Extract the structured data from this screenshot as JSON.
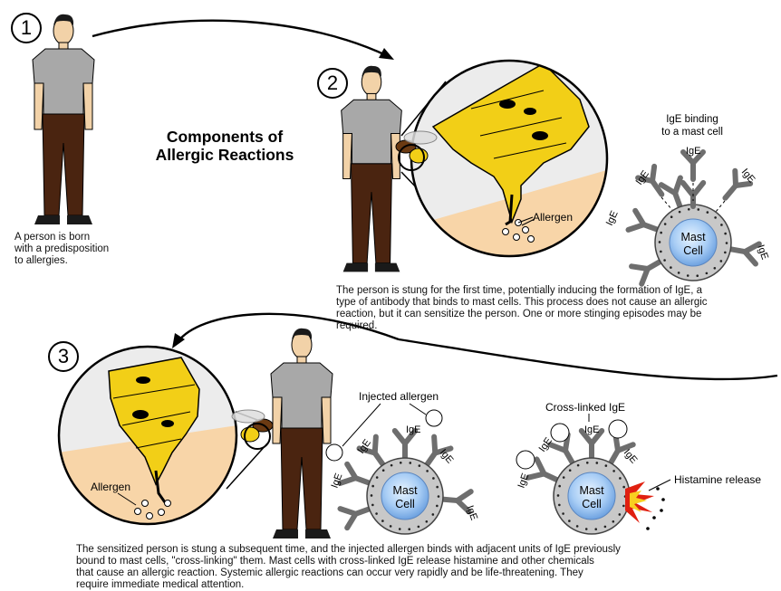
{
  "title_line1": "Components of",
  "title_line2": "Allergic Reactions",
  "steps": {
    "one": "1",
    "two": "2",
    "three": "3"
  },
  "step1_caption": [
    "A person is born",
    "with a predisposition",
    "to allergies."
  ],
  "step2_caption": [
    "The person is stung for the first time, potentially inducing the formation of IgE, a",
    "type of antibody that binds to mast cells.  This process does not cause an allergic",
    "reaction, but it can sensitize the person.  One or more stinging episodes may be",
    "required."
  ],
  "step3_caption": [
    "The sensitized person is stung a subsequent time, and the injected allergen binds with adjacent units of IgE previously",
    "bound to mast cells, \"cross-linking\" them.  Mast cells with cross-linked IgE release histamine and other chemicals",
    "that cause an allergic reaction.  Systemic allergic reactions can occur very rapidly and be life-threatening.  They",
    "require immediate medical attention."
  ],
  "labels": {
    "ige_binding_line1": "IgE binding",
    "ige_binding_line2": "to a mast cell",
    "ige": "IgE",
    "mast_line1": "Mast",
    "mast_line2": "Cell",
    "allergen": "Allergen",
    "injected_allergen": "Injected allergen",
    "cross_linked": "Cross-linked IgE",
    "histamine_release": "Histamine release"
  },
  "colors": {
    "shirt": "#a8a8a8",
    "pants": "#4a2410",
    "skin": "#f2d2a8",
    "hair": "#1a1a1a",
    "shoe": "#1a1a1a",
    "stinger_yellow": "#f2cf17",
    "skin_tan": "#f8d5a8",
    "inset_bg": "#eeeeee",
    "antibody": "#6e6e6e",
    "mast_outer": "#c8c8c8",
    "mast_inner": "#a8c8f0",
    "burst_red": "#e02010",
    "burst_yellow": "#f8d020"
  }
}
